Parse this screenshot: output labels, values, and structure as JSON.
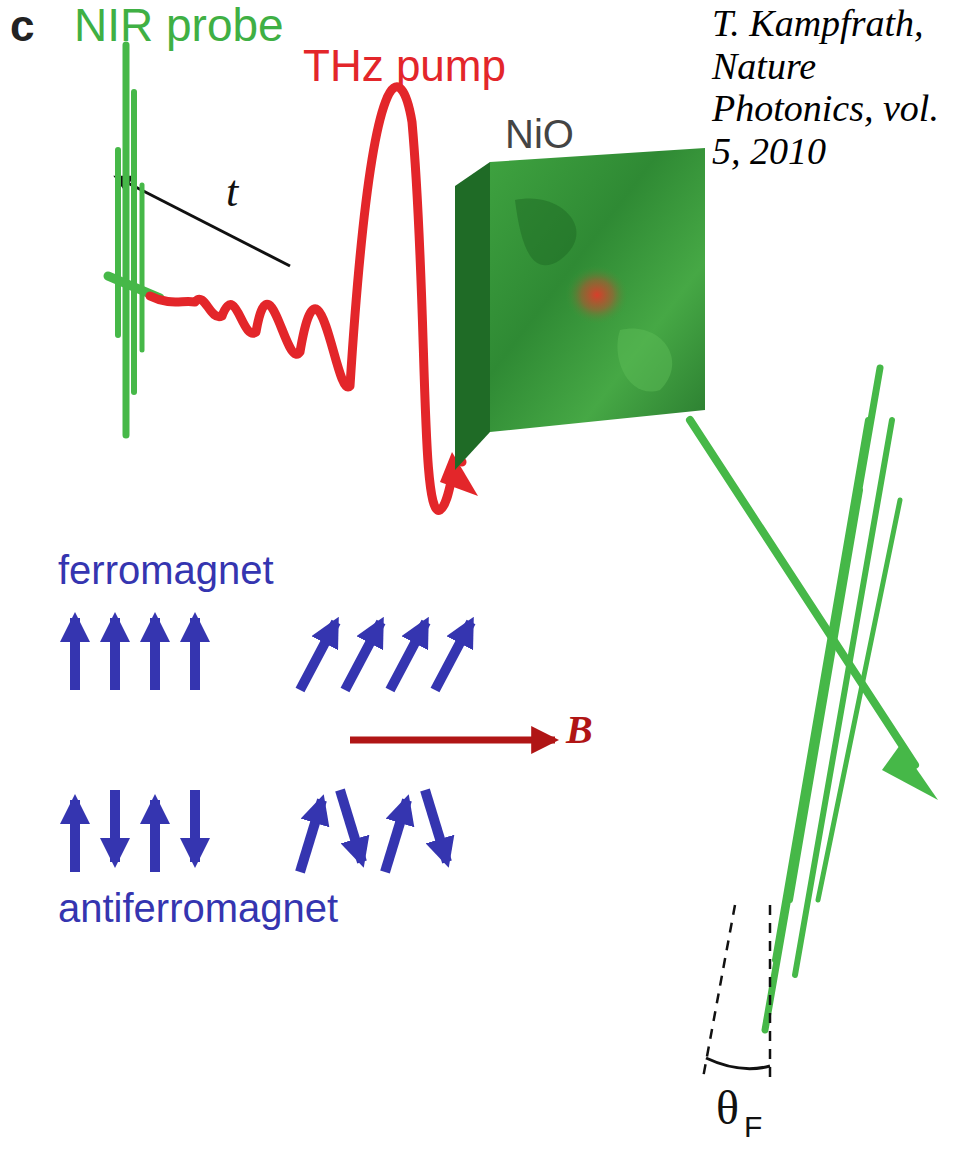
{
  "diagram": {
    "labels": [
      "c",
      "NIR probe",
      "THz pump",
      "T. Kampfrath, Nature Photonics, vol. 5, 2010",
      "NiO",
      "t",
      "ferromagnet",
      "B",
      "antiferromagnet",
      "θ",
      "F"
    ]
  }
}
